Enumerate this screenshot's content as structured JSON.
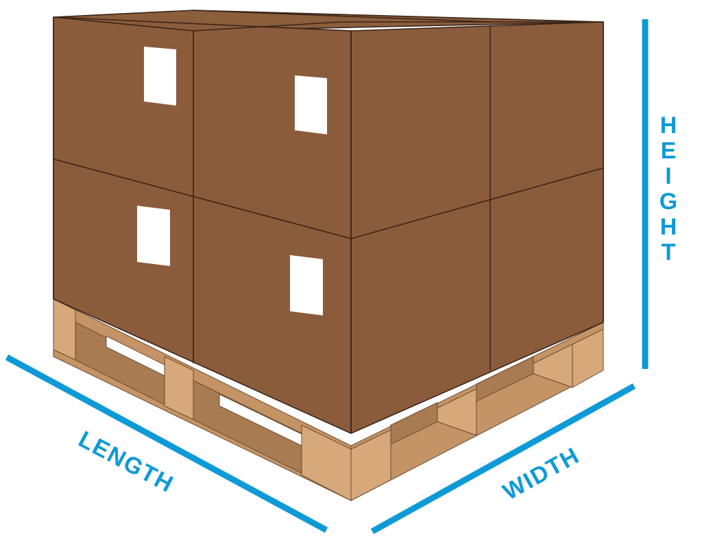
{
  "colors": {
    "accent": "#0E9AD7",
    "box_top": "#8B5E3C",
    "box_side": "#8B5C3B",
    "box_edge": "#3A2418",
    "pallet_light": "#D6A87A",
    "pallet_mid": "#C49366",
    "pallet_dark": "#A97B52",
    "label_fill": "#FFFFFF"
  },
  "labels": {
    "length": "LENGTH",
    "width": "WIDTH",
    "height": "HEIGHT"
  },
  "icons": {
    "pallet": "pallet-with-boxes-illustration"
  }
}
